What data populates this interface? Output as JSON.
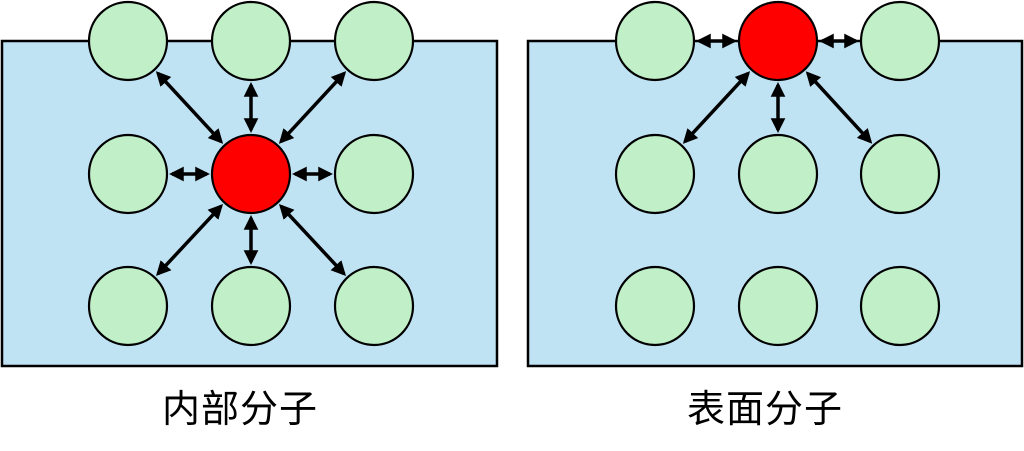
{
  "colors": {
    "liquid": "#c0e3f4",
    "molecule": "#c1f0c8",
    "focus_molecule": "#ff0000",
    "stroke": "#000000"
  },
  "panels": [
    {
      "id": "interior",
      "label": "内部分子",
      "focus": [
        1,
        1
      ],
      "neighbors": [
        [
          0,
          0
        ],
        [
          0,
          1
        ],
        [
          0,
          2
        ],
        [
          1,
          0
        ],
        [
          1,
          2
        ],
        [
          2,
          0
        ],
        [
          2,
          1
        ],
        [
          2,
          2
        ]
      ],
      "grid": [
        [
          "m",
          "m",
          "m"
        ],
        [
          "m",
          "focus",
          "m"
        ],
        [
          "m",
          "m",
          "m"
        ]
      ]
    },
    {
      "id": "surface",
      "label": "表面分子",
      "focus": [
        0,
        1
      ],
      "neighbors": [
        [
          0,
          0
        ],
        [
          0,
          2
        ],
        [
          1,
          0
        ],
        [
          1,
          1
        ],
        [
          1,
          2
        ]
      ],
      "grid": [
        [
          "m",
          "focus",
          "m"
        ],
        [
          "m",
          "m",
          "m"
        ],
        [
          "m",
          "m",
          "m"
        ]
      ]
    }
  ]
}
